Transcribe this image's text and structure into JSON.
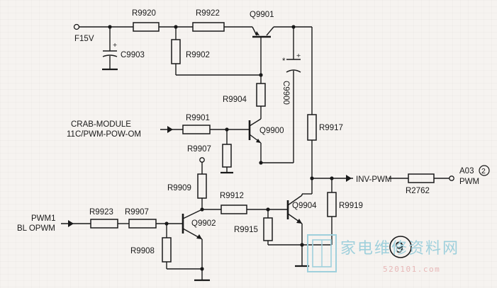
{
  "labels": {
    "r9920": "R9920",
    "r9922": "R9922",
    "q9901": "Q9901",
    "f15v": "F15V",
    "c9903": "C9903",
    "r9902": "R9902",
    "star": "*",
    "c9900": "C9900",
    "r9904": "R9904",
    "crab_module": "CRAB-MODULE",
    "crab_signal": "11C/PWM-POW-OM",
    "r9901": "R9901",
    "q9900": "Q9900",
    "r9917": "R9917",
    "r9907_top": "R9907",
    "r9909": "R9909",
    "r9912": "R9912",
    "inv_pwm": "INV-PWM",
    "r2762": "R2762",
    "a03": "A03",
    "a03_num": "2",
    "pwm": "PWM",
    "q9904": "Q9904",
    "r9919": "R9919",
    "pwm1": "PWM1",
    "bl_opwm": "BL OPWM",
    "r9923": "R9923",
    "r9907": "R9907",
    "q9902": "Q9902",
    "r9915": "R9915",
    "r9908": "R9908",
    "figure_number": "9"
  },
  "watermark": {
    "text": "家电维修资料网",
    "url": "520101.com"
  }
}
